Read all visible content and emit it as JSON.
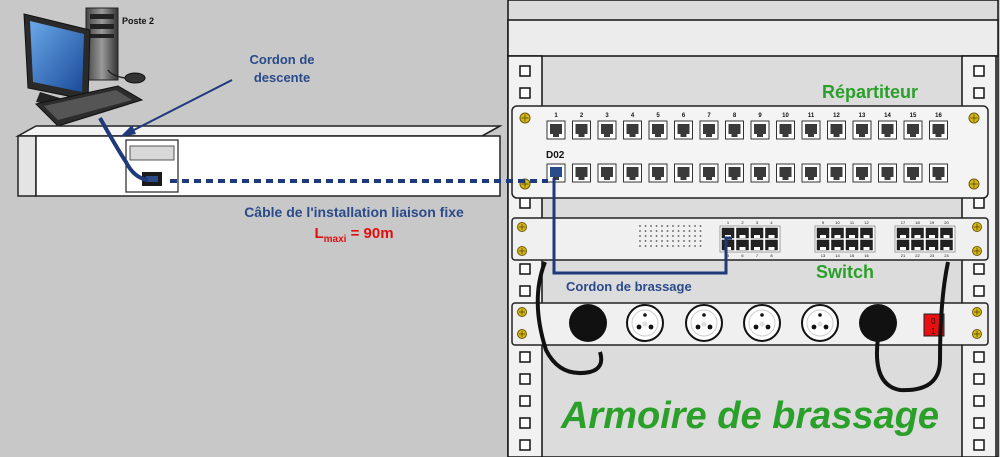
{
  "labels": {
    "poste": "Poste 2",
    "cordon_descente_l1": "Cordon de",
    "cordon_descente_l2": "descente",
    "repartiteur": "Répartiteur",
    "port_label": "D02",
    "switch": "Switch",
    "cordon_brassage": "Cordon de brassage",
    "cable_fixe": "Câble de l'installation liaison fixe",
    "lmax_L": "L",
    "lmax_sub": "maxi",
    "lmax_value": " = 90m",
    "armoire": "Armoire de brassage",
    "switch_0": "0",
    "switch_1": "1"
  },
  "patch_panel": {
    "ports": [
      "1",
      "2",
      "3",
      "4",
      "5",
      "6",
      "7",
      "8",
      "9",
      "10",
      "11",
      "12",
      "13",
      "14",
      "15",
      "16"
    ]
  },
  "switch_groups": {
    "g1_top": [
      "1",
      "2",
      "3",
      "4"
    ],
    "g1_bottom": [
      "5",
      "6",
      "7",
      "8"
    ],
    "g2_top": [
      "9",
      "10",
      "11",
      "12"
    ],
    "g2_bottom": [
      "13",
      "14",
      "15",
      "16"
    ],
    "g3_top": [
      "17",
      "18",
      "19",
      "20"
    ],
    "g3_bottom": [
      "21",
      "22",
      "23",
      "24"
    ]
  },
  "colors": {
    "blue_label": "#2a4a8a",
    "green_label": "#2aa02a",
    "red_label": "#e01010",
    "cable": "#1e3a7a"
  }
}
